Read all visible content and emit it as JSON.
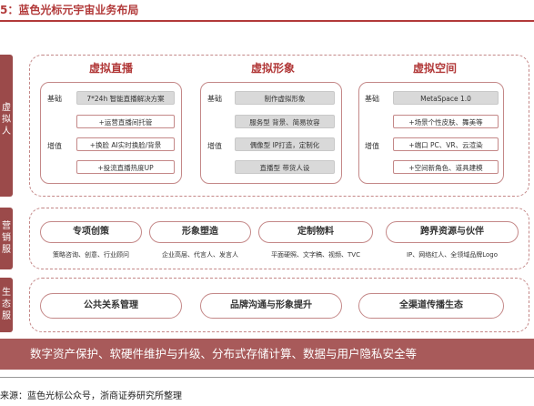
{
  "title": "5：蓝色光标元宇宙业务布局",
  "side_tabs": [
    [
      "虚",
      "拟",
      "人"
    ],
    [
      "营",
      "销",
      "服"
    ],
    [
      "生",
      "态",
      "服"
    ]
  ],
  "columns": [
    {
      "title": "虚拟直播",
      "base_label": "基础",
      "base_item": "7*24h 智能直播解决方案",
      "added_label": "增值",
      "added_items": [
        "+运营直播间托管",
        "+换脸 AI实时换脸/背景",
        "+投流直播热度UP"
      ]
    },
    {
      "title": "虚拟形象",
      "base_label": "基础",
      "base_item": "制作虚拟形象",
      "added_label": "增值",
      "added_items": [
        "服务型  背景、简易妆容",
        "偶像型  IP打造，定制化",
        "直播型  带货人设"
      ]
    },
    {
      "title": "虚拟空间",
      "base_label": "基础",
      "base_item": "MetaSpace 1.0",
      "added_label": "增值",
      "added_items": [
        "+场景个性皮肤、舞美等",
        "+端口 PC、VR、云渲染",
        "+空间新角色、道具建模"
      ]
    }
  ],
  "marketing": [
    {
      "label": "专项创策",
      "sub": "策略咨询、创意、行业顾问"
    },
    {
      "label": "形象塑造",
      "sub": "企业高层、代言人、发言人"
    },
    {
      "label": "定制物料",
      "sub": "平面硬照、文字稿、视频、TVC"
    },
    {
      "label": "跨界资源与伙伴",
      "sub": "IP、网络红人、全领域品牌Logo"
    }
  ],
  "ecosystem": [
    "公共关系管理",
    "品牌沟通与形象提升",
    "全渠道传播生态"
  ],
  "bottom_bar": "数字资产保护、软硬件维护与升级、分布式存储计算、数据与用户隐私安全等",
  "source": "来源：蓝色光标公众号，浙商证券研究所整理",
  "colors": {
    "accent": "#b23a3a",
    "bar": "#a85a5a",
    "border": "#c48888",
    "gray": "#d9d9d9"
  }
}
